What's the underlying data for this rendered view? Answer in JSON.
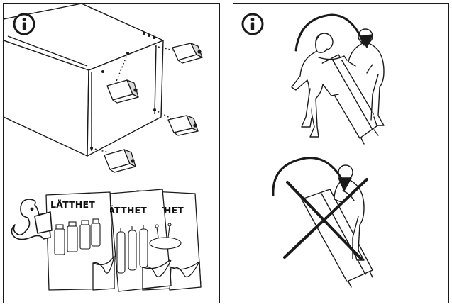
{
  "panels": {
    "left": {
      "info_icon": "info-icon",
      "manual_titles": [
        "LÄTTHET",
        "LÄTTHET",
        "LÄTTHET"
      ]
    },
    "right": {
      "info_icon": "info-icon"
    }
  },
  "colors": {
    "line": "#1a1a1a",
    "paper": "#ffffff",
    "shade": "#d9d9d9"
  }
}
